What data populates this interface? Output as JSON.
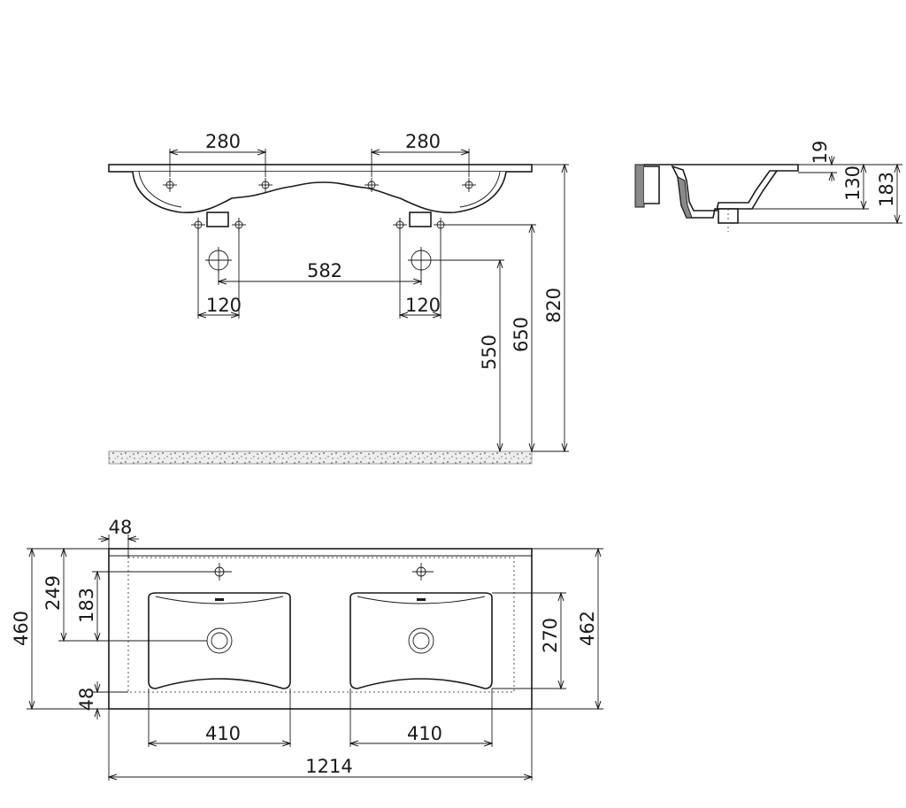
{
  "colors": {
    "line": "#1a1a1a",
    "floor": "#d9d9d9",
    "background": "#ffffff"
  },
  "front_view": {
    "tap_spacing_left": "280",
    "tap_spacing_right": "280",
    "drain_spacing": "582",
    "pipe_spacing_left": "120",
    "pipe_spacing_right": "120",
    "height_drain": "550",
    "height_pipes": "650",
    "height_top": "820"
  },
  "side_view": {
    "rim": "19",
    "bowl_depth": "130",
    "total_height": "183"
  },
  "top_view": {
    "back_margin": "48",
    "front_margin": "48",
    "tap_to_front": "249",
    "drain_to_front": "183",
    "depth_left": "460",
    "bowl_depth": "270",
    "depth_right": "462",
    "bowl_width_left": "410",
    "bowl_width_right": "410",
    "total_width": "1214"
  }
}
